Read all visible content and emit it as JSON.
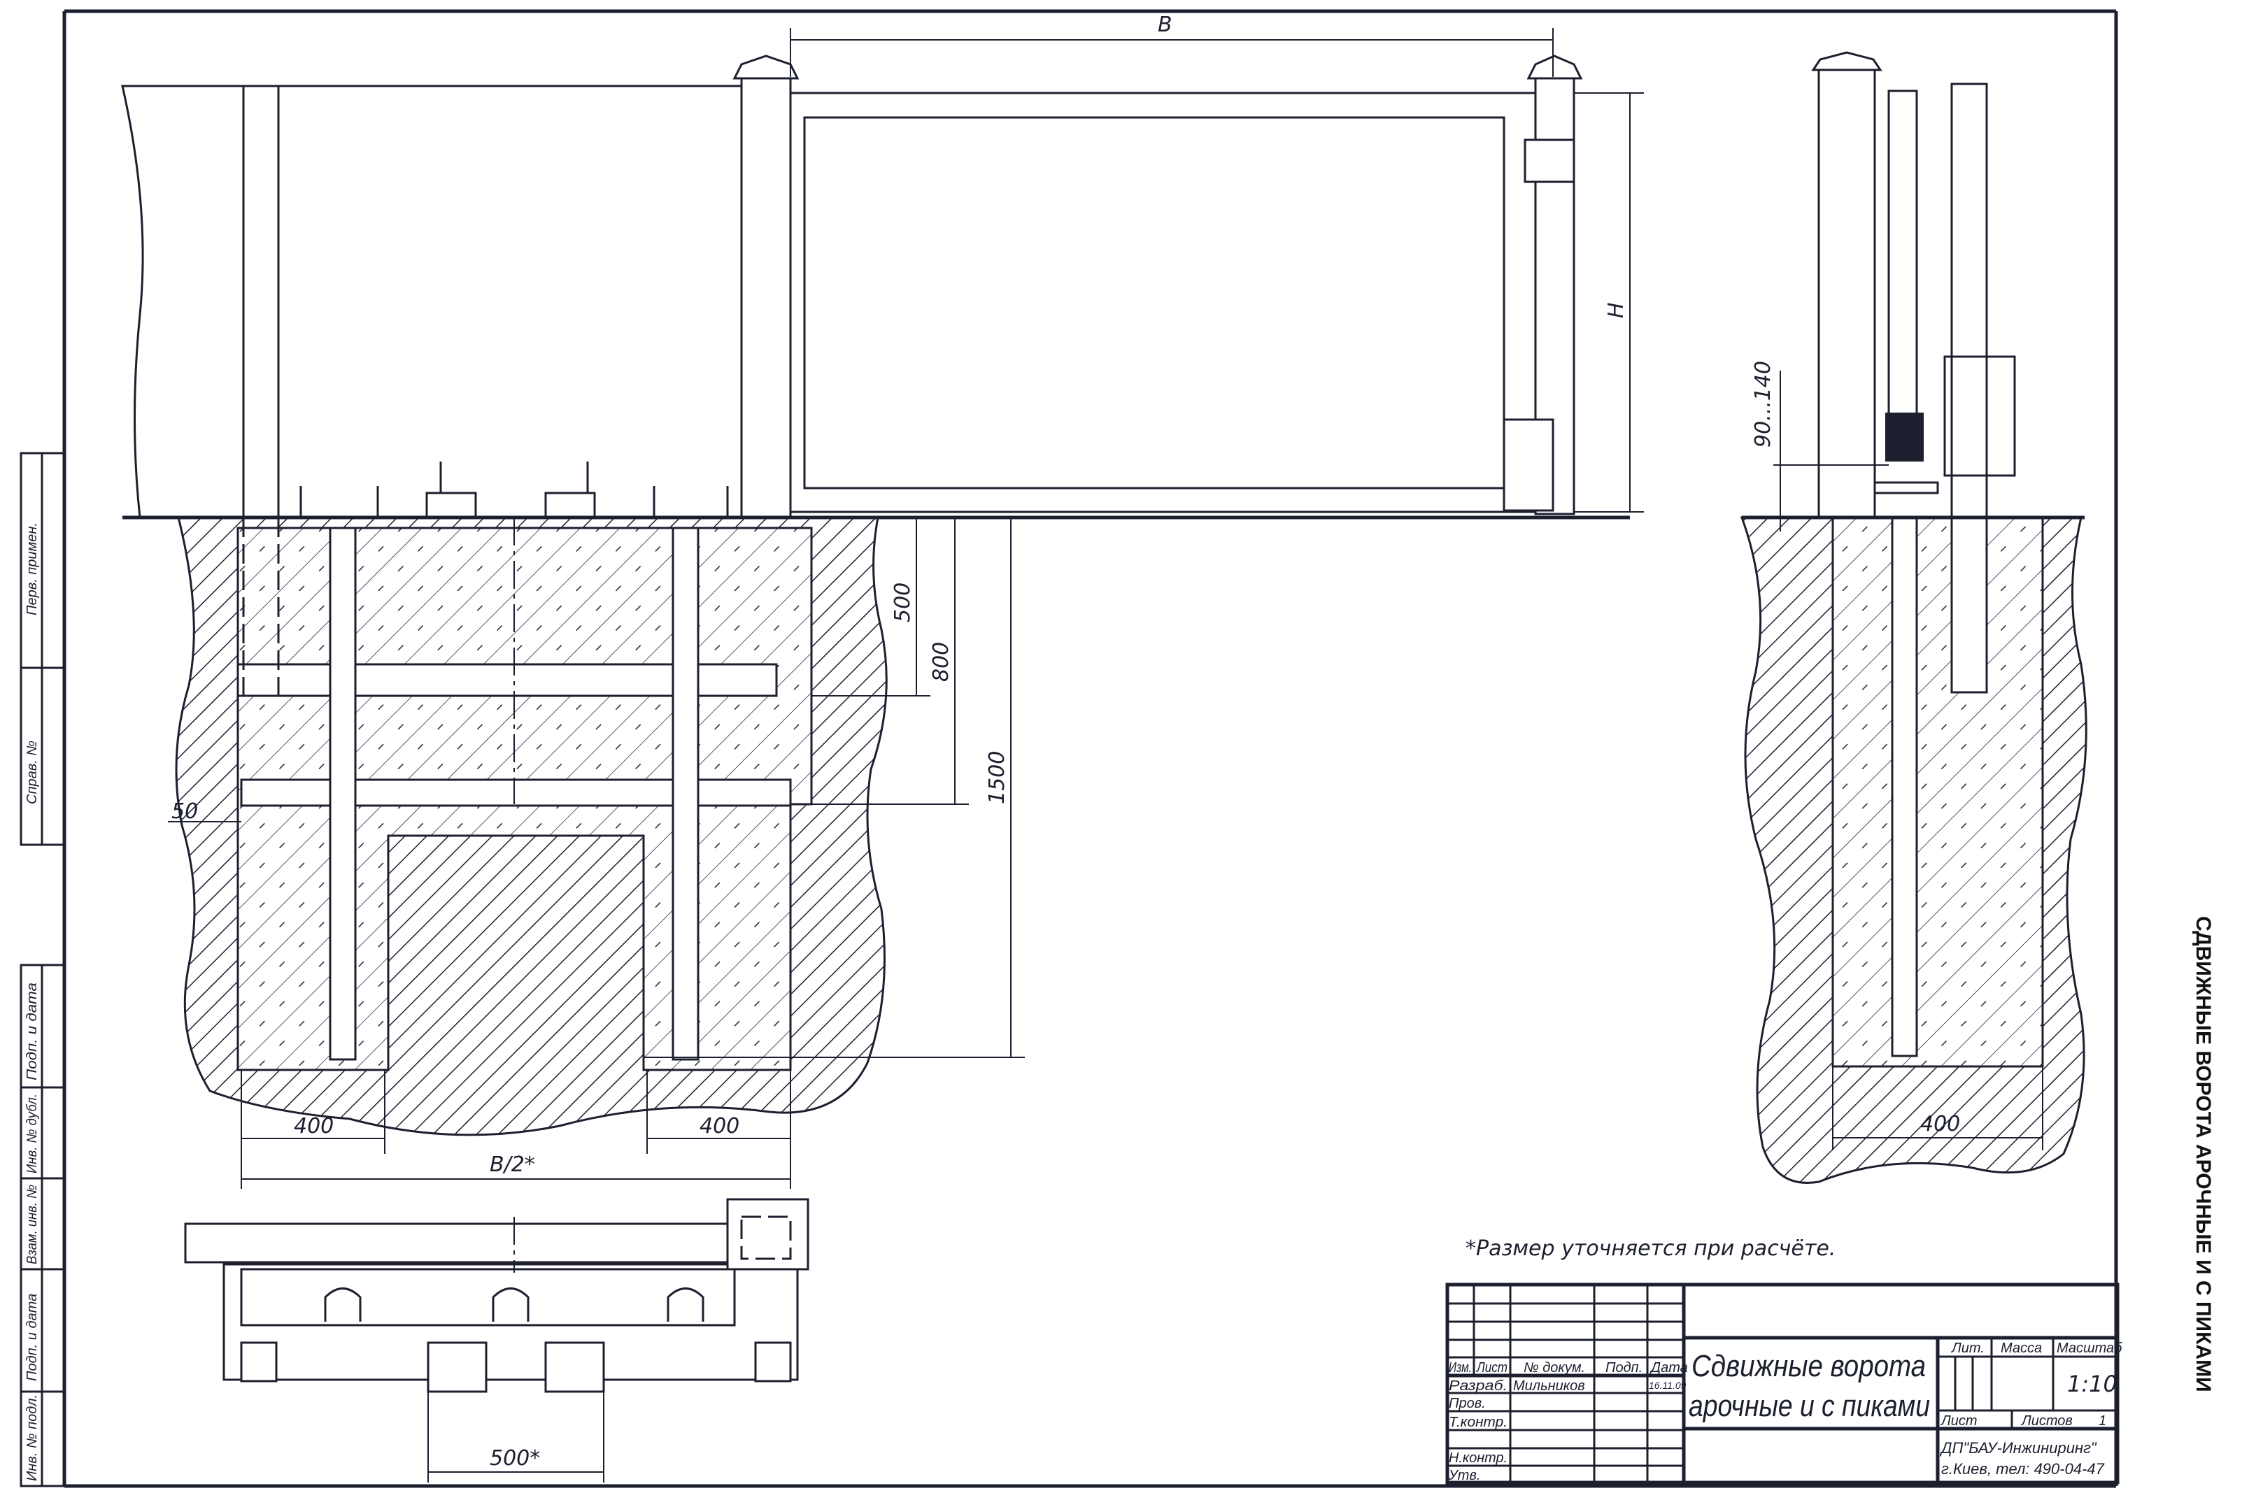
{
  "side_title": "СДВИЖНЫЕ ВОРОТА АРОЧНЫЕ И С ПИКАМИ",
  "note": "*Размер уточняется при расчёте.",
  "dimensions": {
    "gate_width": "B",
    "gate_height": "H",
    "depth_500": "500",
    "depth_800": "800",
    "depth_1500": "1500",
    "offset_50": "50",
    "left_400": "400",
    "right_400": "400",
    "half_width": "B/2*",
    "plan_500": "500*",
    "side_400": "400",
    "clearance": "90...140"
  },
  "stamp": {
    "labels": [
      "Перв. примен.",
      "Справ. №",
      "Подп. и дата",
      "Инв. № дубл.",
      "Взам. инв. №",
      "Подп. и дата",
      "Инв. № подл."
    ]
  },
  "title_block": {
    "headers": {
      "izm": "Изм.",
      "list": "Лист",
      "doc": "№ докум.",
      "sign": "Подп.",
      "date": "Дата"
    },
    "rows": {
      "developer": "Разраб.",
      "checked": "Пров.",
      "tech_control": "Т.контр.",
      "norm_control": "Н.контр.",
      "approved": "Утв."
    },
    "developer_name": "Мильников",
    "developer_date": "16.11.09",
    "title_line1": "Сдвижные ворота",
    "title_line2": "арочные и с пиками",
    "lit": "Лит.",
    "mass": "Масса",
    "scale_label": "Масштаб",
    "scale": "1:10",
    "sheet": "Лист",
    "sheets": "Листов",
    "sheets_count": "1",
    "company": "ДП\"БАУ-Инжиниринг\"",
    "contact": "г.Киев, тел: 490-04-47"
  }
}
